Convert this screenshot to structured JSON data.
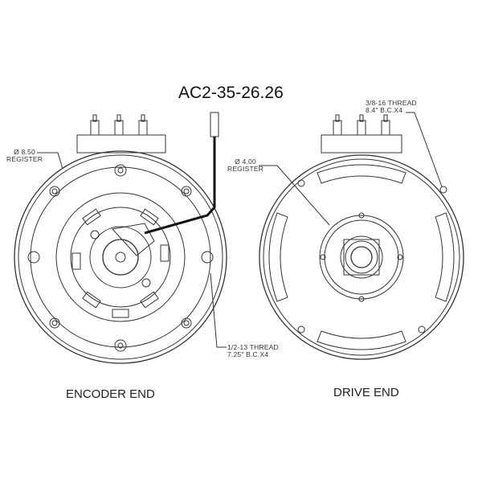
{
  "title": "AC2-35-26.26",
  "encoder_end": {
    "caption": "ENCODER END",
    "register_dim": "Ø 8.50",
    "register_label": "REGISTER",
    "thread_line1": "1/2-13 THREAD",
    "thread_line2": "7.25\" B.C.X4"
  },
  "drive_end": {
    "caption": "DRIVE END",
    "register_dim": "Ø 4.00",
    "register_label": "REGISTER",
    "thread_line1": "3/8-16 THREAD",
    "thread_line2": "8.4\" B.C.X4"
  },
  "colors": {
    "line": "#333333",
    "cable": "#111111"
  }
}
